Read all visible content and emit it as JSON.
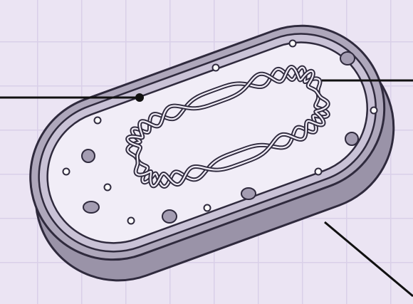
{
  "diagram": {
    "subject": "bacterial-cell",
    "colors": {
      "background": "#ebe4f3",
      "grid": "#d9cfe8",
      "outline": "#2f2a3d",
      "cell_wall_side": "#9a93a8",
      "cell_wall_top": "#aea7bb",
      "membrane": "#c9c2d6",
      "cytoplasm": "#f1edf7",
      "granule": "#a49db2",
      "dna": "#8e87a1",
      "leader_line": "#111111"
    },
    "labels": [
      {
        "target": "cytoplasm",
        "text": ""
      },
      {
        "target": "nucleoid-dna",
        "text": ""
      },
      {
        "target": "cell-wall",
        "text": ""
      }
    ]
  }
}
